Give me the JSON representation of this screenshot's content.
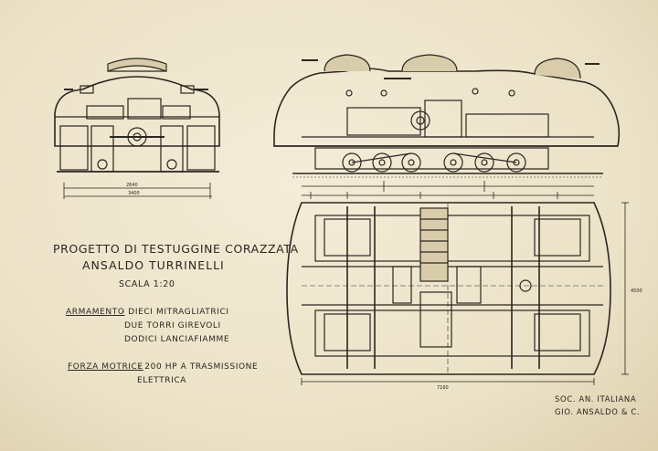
{
  "title": {
    "line1": "PROGETTO DI TESTUGGINE CORAZZATA",
    "line2": "ANSALDO TURRINELLI",
    "scale": "SCALA 1:20"
  },
  "armament": {
    "label": "ARMAMENTO",
    "items": [
      "- DIECI MITRAGLIATRICI",
      "DUE TORRI GIREVOLI",
      "DODICI LANCIAFIAMME"
    ]
  },
  "power": {
    "label": "FORZA MOTRICE",
    "value": "- 200 HP A TRASMISSIONE",
    "line2": "ELETTRICA"
  },
  "maker": {
    "line1": "SOC. AN. ITALIANA",
    "line2": "GIO. ANSALDO & C."
  },
  "colors": {
    "paper": "#efe6cf",
    "ink": "#2b2620"
  }
}
